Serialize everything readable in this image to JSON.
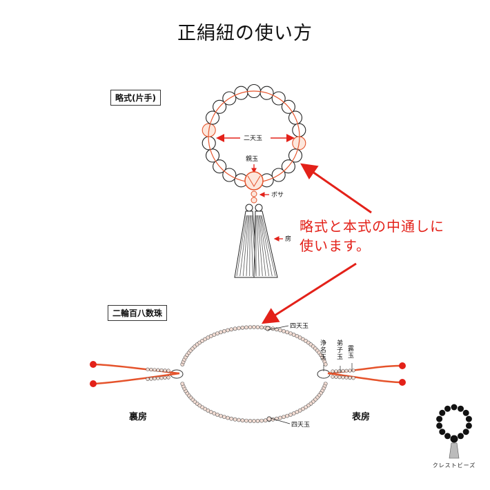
{
  "title": "正絹紐の使い方",
  "sections": {
    "ryakushiki": {
      "heading": "略式(片手)",
      "labels": {
        "nitendama": "二天玉",
        "oyadama": "親玉",
        "bosa": "ボサ",
        "fusa": "房"
      }
    },
    "nirin": {
      "heading": "二輪百八数珠",
      "labels": {
        "shitendama_top": "四天玉",
        "shitendama_bottom": "四天玉",
        "jomyodama": "浄名玉",
        "deshidama": "弟子玉",
        "tsuyudama": "露玉",
        "urafusa": "裏房",
        "omotefusa": "表房"
      }
    }
  },
  "note": {
    "line1": "略式と本式の中通しに",
    "line2": "使います。"
  },
  "logo": {
    "text": "クレストビーズ"
  },
  "colors": {
    "accent": "#e32119",
    "cord": "#e5532b",
    "bead": "#f3ddd4",
    "outline": "#222222"
  }
}
